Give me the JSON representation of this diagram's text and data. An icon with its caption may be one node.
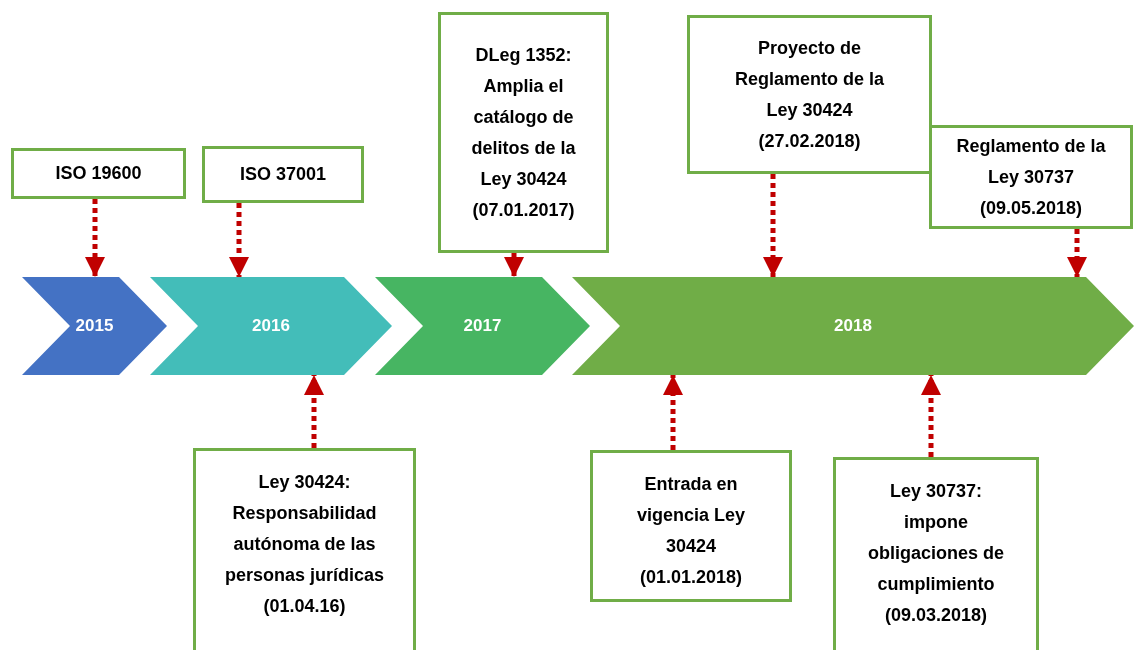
{
  "diagram": {
    "nodes": [
      {
        "text": [
          "ISO 19600"
        ]
      },
      {
        "text": [
          "ISO 37001"
        ]
      },
      {
        "text": [
          "DLeg 1352: Amplia el catálogo de delitos de la Ley 30424 (07.01.2017)"
        ]
      },
      {
        "text": [
          "Proyecto de Reglamento de la Ley 30424 (27.02.2018)"
        ]
      },
      {
        "text": [
          "Reglamento de la Ley 30737 (09.05.2018)"
        ]
      },
      {
        "text": [
          "2015"
        ]
      },
      {
        "text": [
          "2016"
        ]
      },
      {
        "text": [
          "2017"
        ]
      },
      {
        "text": [
          "2018"
        ]
      },
      {
        "text": [
          "Ley 30424: Responsabilidad autónoma de las personas jurídicas (01.04.16)"
        ]
      },
      {
        "text": [
          "Entrada en vigencia Ley 30424 (01.01.2018)"
        ]
      },
      {
        "text": [
          "Ley 30737: impone obligaciones de cumplimiento (09.03.2018)"
        ]
      }
    ],
    "edges": [
      {
        "from": 0,
        "to": 5,
        "arrow": "to",
        "style": "dashed"
      },
      {
        "from": 1,
        "to": 6,
        "arrow": "to",
        "style": "dashed"
      },
      {
        "from": 2,
        "to": 7,
        "arrow": "to",
        "style": "dashed"
      },
      {
        "from": 3,
        "to": 8,
        "arrow": "to",
        "style": "dashed"
      },
      {
        "from": 4,
        "to": 8,
        "arrow": "to",
        "style": "dashed"
      },
      {
        "from": 9,
        "to": 6,
        "arrow": "to",
        "style": "dashed"
      },
      {
        "from": 10,
        "to": 8,
        "arrow": "to",
        "style": "dashed"
      },
      {
        "from": 11,
        "to": 8,
        "arrow": "to",
        "style": "dashed"
      }
    ]
  }
}
